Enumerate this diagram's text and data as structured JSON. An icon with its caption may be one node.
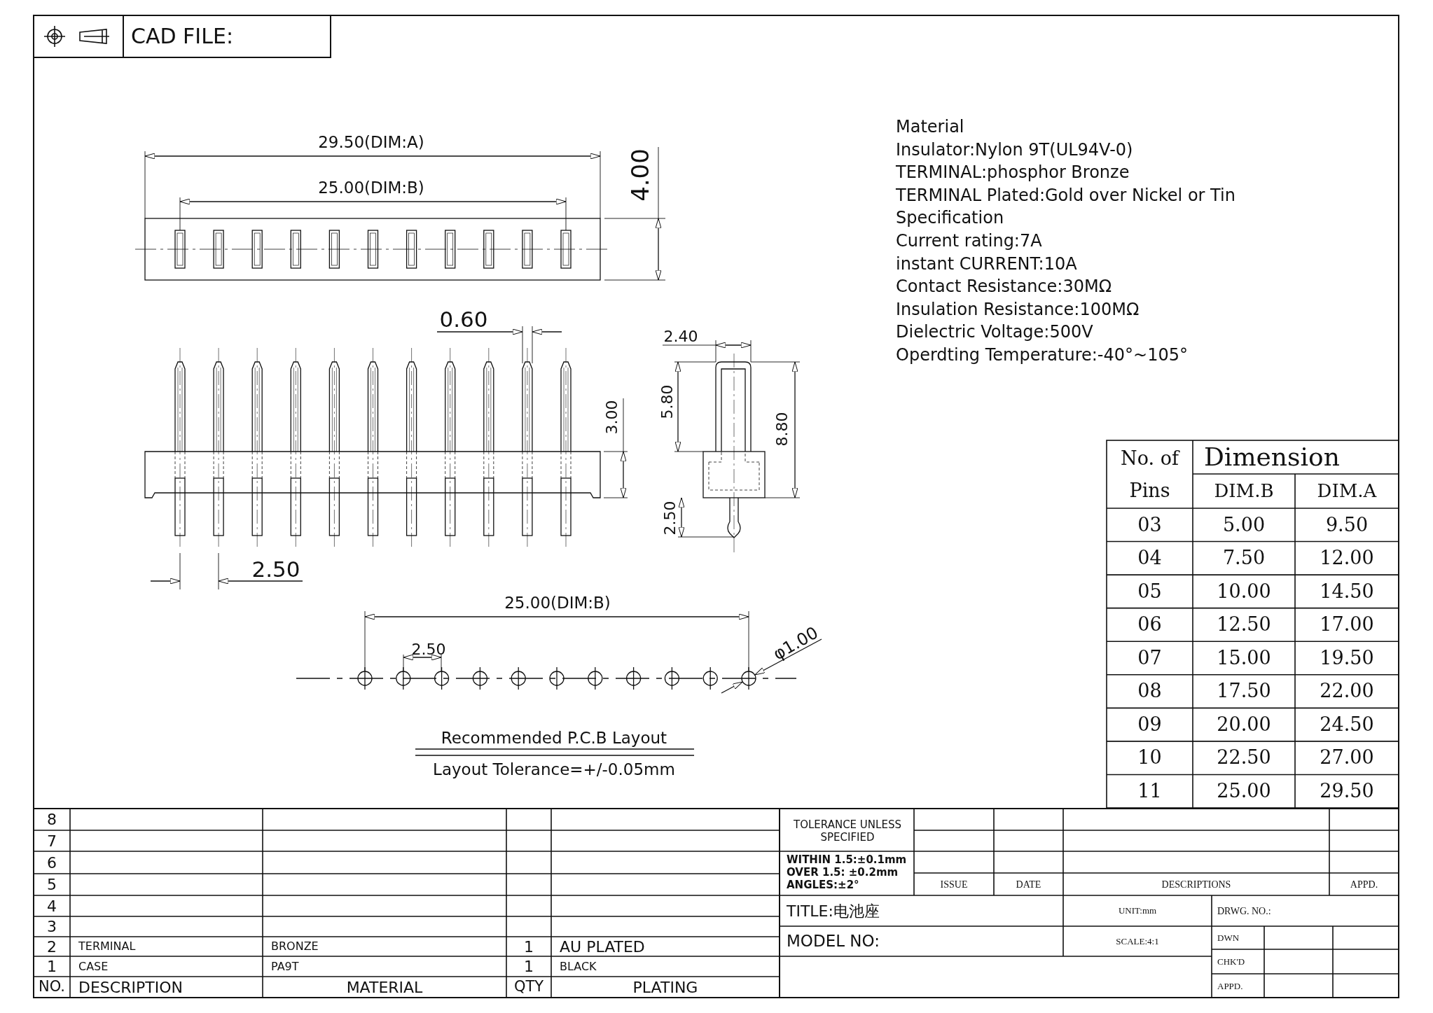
{
  "diagram": {
    "labels": [
      "CAD FILE:",
      "Material",
      "Insulator:Nylon 9T(UL94V-0)",
      "TERMINAL:phosphor Bronze",
      "TERMINAL Plated:Gold over Nickel or Tin",
      "Specification",
      "Current rating:7A",
      "instant CURRENT:10A",
      "Contact Resistance:30MΩ",
      "Insulation Resistance:100MΩ",
      "Dielectric Voltage:500V",
      "Operdting Temperature:-40°~105°",
      "29.50(DIM:A)",
      "25.00(DIM:B)",
      "4.00",
      "0.60",
      "2.40",
      "5.80",
      "3.00",
      "8.80",
      "2.50",
      "2.50",
      "25.00(DIM:B)",
      "2.50",
      "φ1.00",
      "Recommended P.C.B Layout",
      "Layout Tolerance=+/-0.05mm",
      "No. of Pins",
      "Dimension",
      "DIM.B",
      "DIM.A",
      "03",
      "5.00",
      "9.50",
      "04",
      "7.50",
      "12.00",
      "05",
      "10.00",
      "14.50",
      "06",
      "12.50",
      "17.00",
      "07",
      "15.00",
      "19.50",
      "08",
      "17.50",
      "22.00",
      "09",
      "20.00",
      "24.50",
      "10",
      "22.50",
      "27.00",
      "11",
      "25.00",
      "29.50",
      "8",
      "7",
      "6",
      "5",
      "4",
      "3",
      "2",
      "TERMINAL",
      "BRONZE",
      "1",
      "AU PLATED",
      "1",
      "CASE",
      "PA9T",
      "1",
      "BLACK",
      "NO.",
      "DESCRIPTION",
      "MATERIAL",
      "QTY",
      "PLATING",
      "TOLERANCE UNLESS SPECIFIED",
      "WITHIN 1.5:±0.1mm",
      "OVER 1.5: ±0.2mm",
      "ANGLES:±2°",
      "ISSUE",
      "DATE",
      "DESCRIPTIONS",
      "APPD.",
      "TITLE:电池座",
      "UNIT:mm",
      "DRWG. NO.:",
      "MODEL NO:",
      "SCALE:4:1",
      "DWN",
      "CHK'D",
      "APPD."
    ]
  }
}
